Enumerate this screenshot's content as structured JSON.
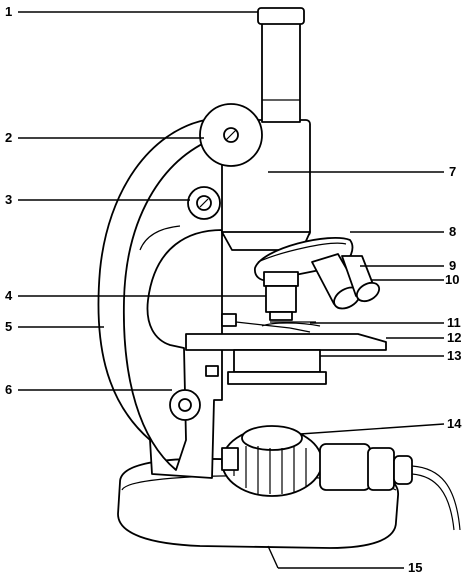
{
  "labels": [
    {
      "id": "1",
      "text": "1"
    },
    {
      "id": "2",
      "text": "2"
    },
    {
      "id": "3",
      "text": "3"
    },
    {
      "id": "4",
      "text": "4"
    },
    {
      "id": "5",
      "text": "5"
    },
    {
      "id": "6",
      "text": "6"
    },
    {
      "id": "7",
      "text": "7"
    },
    {
      "id": "8",
      "text": "8"
    },
    {
      "id": "9",
      "text": "9"
    },
    {
      "id": "10",
      "text": "10"
    },
    {
      "id": "11",
      "text": "11"
    },
    {
      "id": "12",
      "text": "12"
    },
    {
      "id": "13",
      "text": "13"
    },
    {
      "id": "14",
      "text": "14"
    },
    {
      "id": "15",
      "text": "15"
    }
  ],
  "colors": {
    "stroke": "#000000",
    "fill": "#ffffff"
  }
}
